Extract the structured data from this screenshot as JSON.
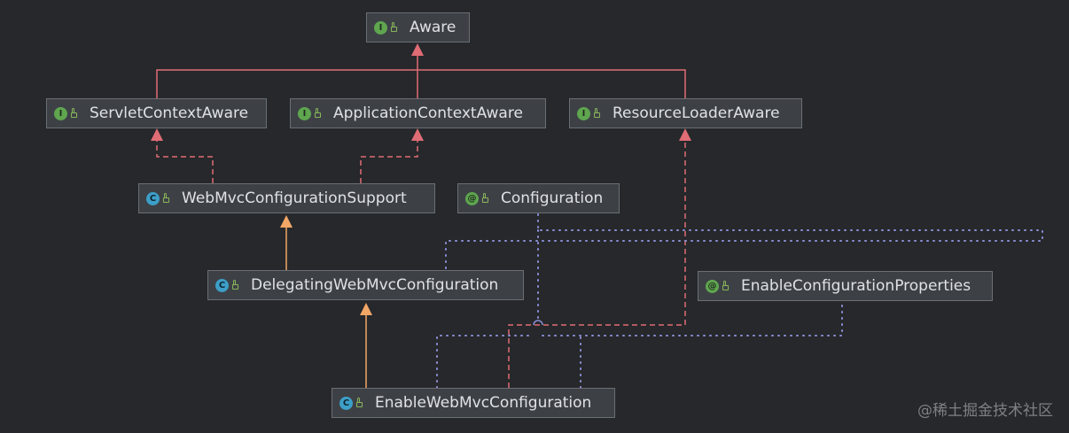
{
  "nodes": {
    "aware": {
      "name": "Aware",
      "kind": "I"
    },
    "servlet_context_aware": {
      "name": "ServletContextAware",
      "kind": "I"
    },
    "application_context_aware": {
      "name": "ApplicationContextAware",
      "kind": "I"
    },
    "resource_loader_aware": {
      "name": "ResourceLoaderAware",
      "kind": "I"
    },
    "web_mvc_configuration_support": {
      "name": "WebMvcConfigurationSupport",
      "kind": "C"
    },
    "configuration": {
      "name": "Configuration",
      "kind": "@"
    },
    "delegating_web_mvc_configuration": {
      "name": "DelegatingWebMvcConfiguration",
      "kind": "C"
    },
    "enable_configuration_properties": {
      "name": "EnableConfigurationProperties",
      "kind": "@"
    },
    "enable_web_mvc_configuration": {
      "name": "EnableWebMvcConfiguration",
      "kind": "C"
    }
  },
  "colors": {
    "background": "#26282b",
    "implements_edge": "#e06c75",
    "extends_edge": "#f2a766",
    "annotation_edge": "#8b8fd6"
  },
  "watermark": "@稀土掘金技术社区"
}
